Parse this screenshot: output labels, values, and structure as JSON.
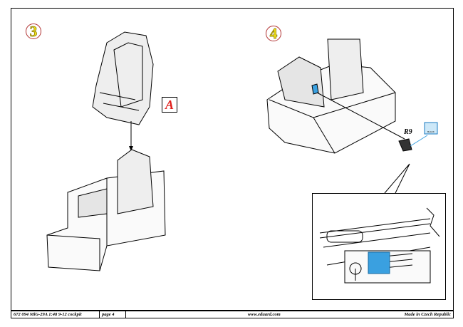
{
  "steps": [
    {
      "number": "3"
    },
    {
      "number": "4"
    }
  ],
  "parts": {
    "subassembly": "A",
    "part_label": "R9",
    "photoetch_tag": "BLACK"
  },
  "footer": {
    "kit": "672 094  MiG-29A 1:48 9-12 cockpit",
    "page": "page 4",
    "website": "www.eduard.com",
    "origin": "Made in Czech Republic"
  },
  "colors": {
    "highlight": "#3aa0e0",
    "step_fill": "#f2e21a",
    "part_letter": "#e0201c"
  }
}
